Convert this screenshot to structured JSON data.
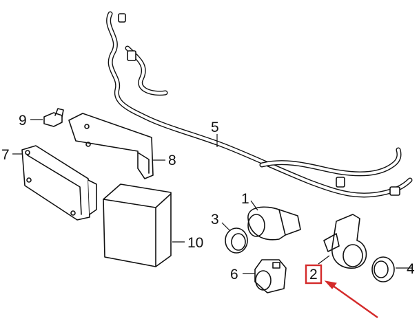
{
  "diagram": {
    "callouts": [
      {
        "id": "1",
        "label": "1"
      },
      {
        "id": "2",
        "label": "2"
      },
      {
        "id": "3",
        "label": "3"
      },
      {
        "id": "4",
        "label": "4"
      },
      {
        "id": "5",
        "label": "5"
      },
      {
        "id": "6",
        "label": "6"
      },
      {
        "id": "7",
        "label": "7"
      },
      {
        "id": "8",
        "label": "8"
      },
      {
        "id": "9",
        "label": "9"
      },
      {
        "id": "10",
        "label": "10"
      }
    ],
    "highlight": {
      "callout": "2",
      "color": "#d42a2a"
    }
  }
}
